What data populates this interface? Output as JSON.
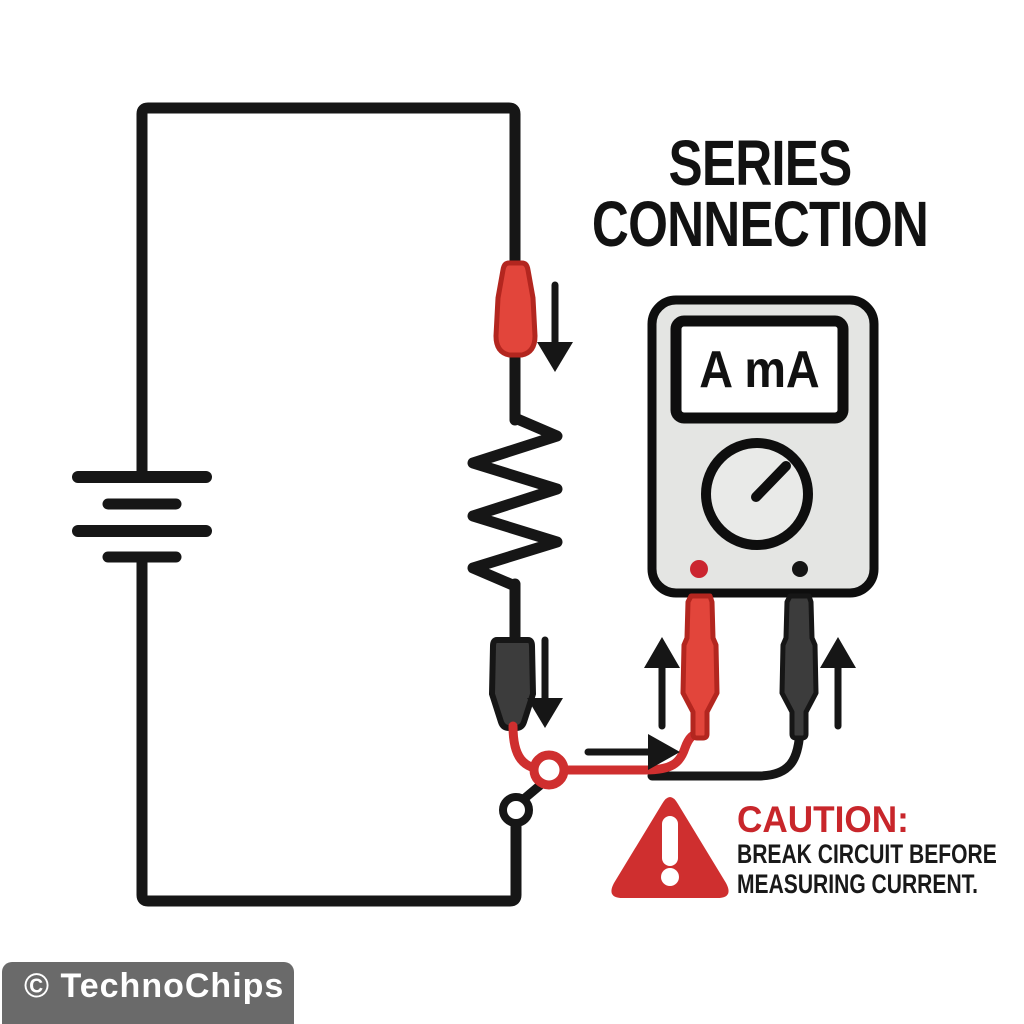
{
  "title": {
    "line1": "SERIES",
    "line2": "CONNECTION"
  },
  "multimeter": {
    "display_label": "A mA"
  },
  "caution": {
    "heading": "CAUTION:",
    "line1": "BREAK CIRCUIT BEFORE",
    "line2": "MEASURING CURRENT."
  },
  "footer": {
    "watermark": "© TechnoChips"
  },
  "diagram": {
    "components": [
      "battery",
      "resistor",
      "red test lead",
      "black test lead",
      "multimeter",
      "open circuit break"
    ],
    "current_direction_arrows": 5
  },
  "icons": {
    "warning-triangle-icon": "red rounded triangle with white exclamation mark",
    "battery-icon": "two-cell battery symbol with long and short plates",
    "resistor-icon": "zigzag resistor symbol",
    "dial-icon": "rotary selector knob with pointer",
    "probe-icons": "tapered red and black test-lead plugs"
  },
  "colors": {
    "black": "#161616",
    "red": "#cf2f2f",
    "red_dark": "#b3261f",
    "probe_red": "#e2453b",
    "gray_dark": "#3c3c3c",
    "gray_body": "#e4e5e3",
    "jack_red": "#cb2530",
    "banner_gray": "#6a6a6a",
    "caution_red": "#c8262b",
    "background": "#ffffff"
  }
}
